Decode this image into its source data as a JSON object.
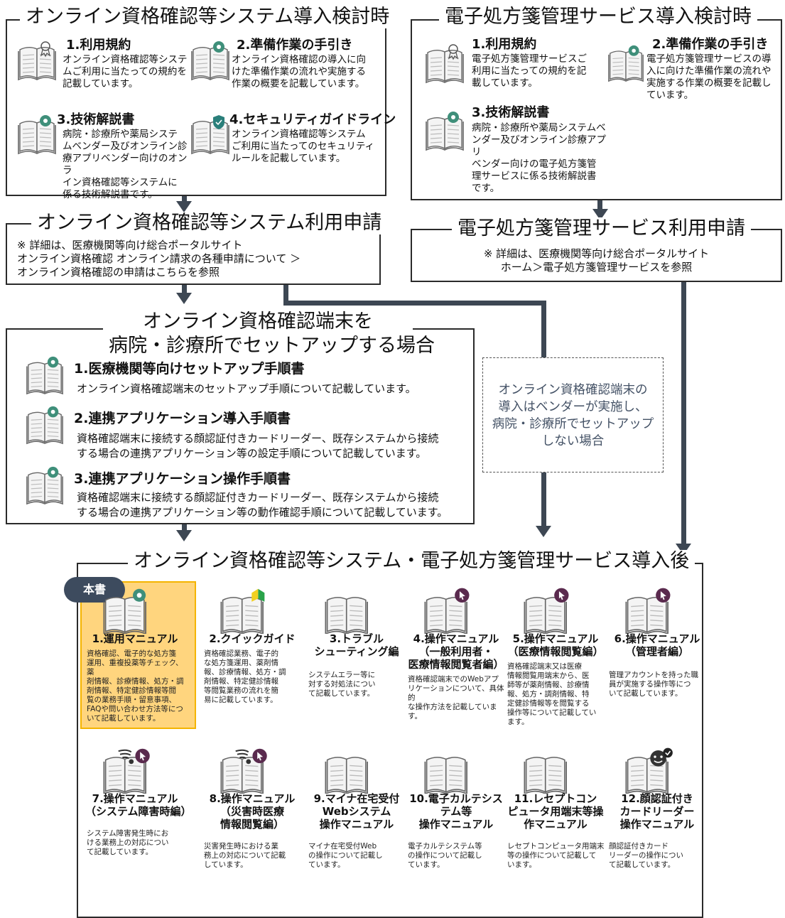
{
  "sections": {
    "onlineStudy": {
      "title": "オンライン資格確認等システム導入検討時",
      "items": [
        {
          "title": "1.利用規約",
          "desc": [
            "オンライン資格確認等システ",
            "ムご利用に当たっての規約を",
            "記載しています。"
          ]
        },
        {
          "title": "2.準備作業の手引き",
          "desc": [
            "オンライン資格確認の導入に向",
            "けた準備作業の流れや実施する",
            "作業の概要を記載しています。"
          ]
        },
        {
          "title": "3.技術解説書",
          "desc": [
            "病院・診療所や薬局システ",
            "ムベンダー及びオンライン診",
            "療アプリベンダー向けのオンラ",
            "イン資格確認等システムに",
            "係る技術解説書です。"
          ]
        },
        {
          "title": "4.セキュリティガイドライン",
          "desc": [
            "オンライン資格確認等システム",
            "ご利用に当たってのセキュリティ",
            "ルールを記載しています。"
          ]
        }
      ]
    },
    "eRxStudy": {
      "title": "電子処方箋管理サービス導入検討時",
      "items": [
        {
          "title": "1.利用規約",
          "desc": [
            "電子処方箋管理サービスご",
            "利用に当たっての規約を記",
            "載しています。"
          ]
        },
        {
          "title": "2.準備作業の手引き",
          "desc": [
            "電子処方箋管理サービスの導",
            "入に向けた準備作業の流れや",
            "実施する作業の概要を記載し",
            "ています。"
          ]
        },
        {
          "title": "3.技術解説書",
          "desc": [
            "病院・診療所や薬局システムベ",
            "ンダー及びオンライン診療アプリ",
            "ベンダー向けの電子処方箋管",
            "理サービスに係る技術解説書",
            "です。"
          ]
        }
      ]
    },
    "onlineApply": {
      "title": "オンライン資格確認等システム利用申請",
      "notes": [
        "※ 詳細は、医療機関等向け総合ポータルサイト",
        "オンライン資格確認 オンライン請求の各種申請について ＞",
        "オンライン資格確認の申請はこちらを参照"
      ]
    },
    "eRxApply": {
      "title": "電子処方箋管理サービス利用申請",
      "notes": [
        "※ 詳細は、医療機関等向け総合ポータルサイト",
        "ホーム＞電子処方箋管理サービスを参照"
      ]
    },
    "setup": {
      "title": [
        "オンライン資格確認端末を",
        "病院・診療所でセットアップする場合"
      ],
      "items": [
        {
          "title": "1.医療機関等向けセットアップ手順書",
          "desc": [
            "オンライン資格確認端末のセットアップ手順について記載しています。"
          ]
        },
        {
          "title": "2.連携アプリケーション導入手順書",
          "desc": [
            "資格確認端末に接続する顔認証付きカードリーダー、既存システムから接続",
            "する場合の連携アプリケーション等の設定手順について記載しています。"
          ]
        },
        {
          "title": "3.連携アプリケーション操作手順書",
          "desc": [
            "資格確認端末に接続する顔認証付きカードリーダー、既存システムから接続",
            "する場合の連携アプリケーション等の動作確認手順について記載しています。"
          ]
        }
      ]
    },
    "vendorNote": [
      "オンライン資格確認端末の",
      "導入はベンダーが実施し、",
      "病院・診療所でセットアップ",
      "しない場合"
    ],
    "after": {
      "title": "オンライン資格確認等システム・電子処方箋管理サービス導入後",
      "badge": "本書",
      "cards": [
        {
          "title": [
            "1.運用マニュアル"
          ],
          "desc": [
            "資格確認、電子的な処方箋",
            "運用、重複投薬等チェック、薬",
            "剤情報、診療情報、処方・調",
            "剤情報、特定健診情報等閲",
            "覧の業務手順・留意事項、",
            "FAQや問い合わせ方法等につ",
            "いて記載しています。"
          ]
        },
        {
          "title": [
            "2.クイックガイド"
          ],
          "desc": [
            "資格確認業務、電子的",
            "な処方箋運用、薬剤情",
            "報、診療情報、処方・調",
            "剤情報、特定健診情報",
            "等閲覧業務の流れを簡",
            "易に記載しています。"
          ]
        },
        {
          "title": [
            "3.トラブル",
            "シューティング編"
          ],
          "desc": [
            "システムエラー等に",
            "対する対処法につい",
            "て記載しています。"
          ]
        },
        {
          "title": [
            "4.操作マニュアル",
            "（一般利用者・",
            "医療情報閲覧者編）"
          ],
          "desc": [
            "資格確認端末でのWebアプ",
            "リケーションについて、具体的",
            "な操作方法を記載していま",
            "す。"
          ]
        },
        {
          "title": [
            "5.操作マニュアル",
            "（医療情報閲覧編）"
          ],
          "desc": [
            "資格確認端末又は医療",
            "情報閲覧用端末から、医",
            "師等が薬剤情報、診療情",
            "報、処方・調剤情報、特",
            "定健診情報等を閲覧する",
            "操作等について記載してい",
            "ます。"
          ]
        },
        {
          "title": [
            "6.操作マニュアル",
            "（管理者編）"
          ],
          "desc": [
            "管理アカウントを持った職",
            "員が実施する操作等につ",
            "いて記載しています。"
          ]
        },
        {
          "title": [
            "7.操作マニュアル",
            "（システム障害時編）"
          ],
          "desc": [
            "システム障害発生時にお",
            "ける業務上の対応につい",
            "て記載しています。"
          ]
        },
        {
          "title": [
            "8.操作マニュアル",
            "（災害時医療",
            "情報閲覧編）"
          ],
          "desc": [
            "災害発生時における業",
            "務上の対応について記載",
            "しています。"
          ]
        },
        {
          "title": [
            "9.マイナ在宅受付",
            "Webシステム",
            "操作マニュアル"
          ],
          "desc": [
            "マイナ在宅受付Web",
            "の操作について記載し",
            "ています。"
          ]
        },
        {
          "title": [
            "10.電子カルテシス",
            "テム等",
            "操作マニュアル"
          ],
          "desc": [
            "電子カルテシステム等",
            "の操作について記載し",
            "ています。"
          ]
        },
        {
          "title": [
            "11.レセプトコン",
            "ピュータ用端末等操",
            "作マニュアル"
          ],
          "desc": [
            "レセプトコンピュータ用端末",
            "等の操作について記載して",
            "います。"
          ]
        },
        {
          "title": [
            "12.顔認証付き",
            "カードリーダー",
            "操作マニュアル"
          ],
          "desc": [
            "顔認証付きカード",
            "リーダーの操作につい",
            "て記載しています。"
          ]
        }
      ]
    }
  },
  "colors": {
    "arrow": "#3d4753",
    "highlight": "#ffd57e",
    "highlightBorder": "#f4b400",
    "badge": "#3d4b5e",
    "gear": "#3f8f7a",
    "cursorBadge": "#5a2a4e"
  }
}
